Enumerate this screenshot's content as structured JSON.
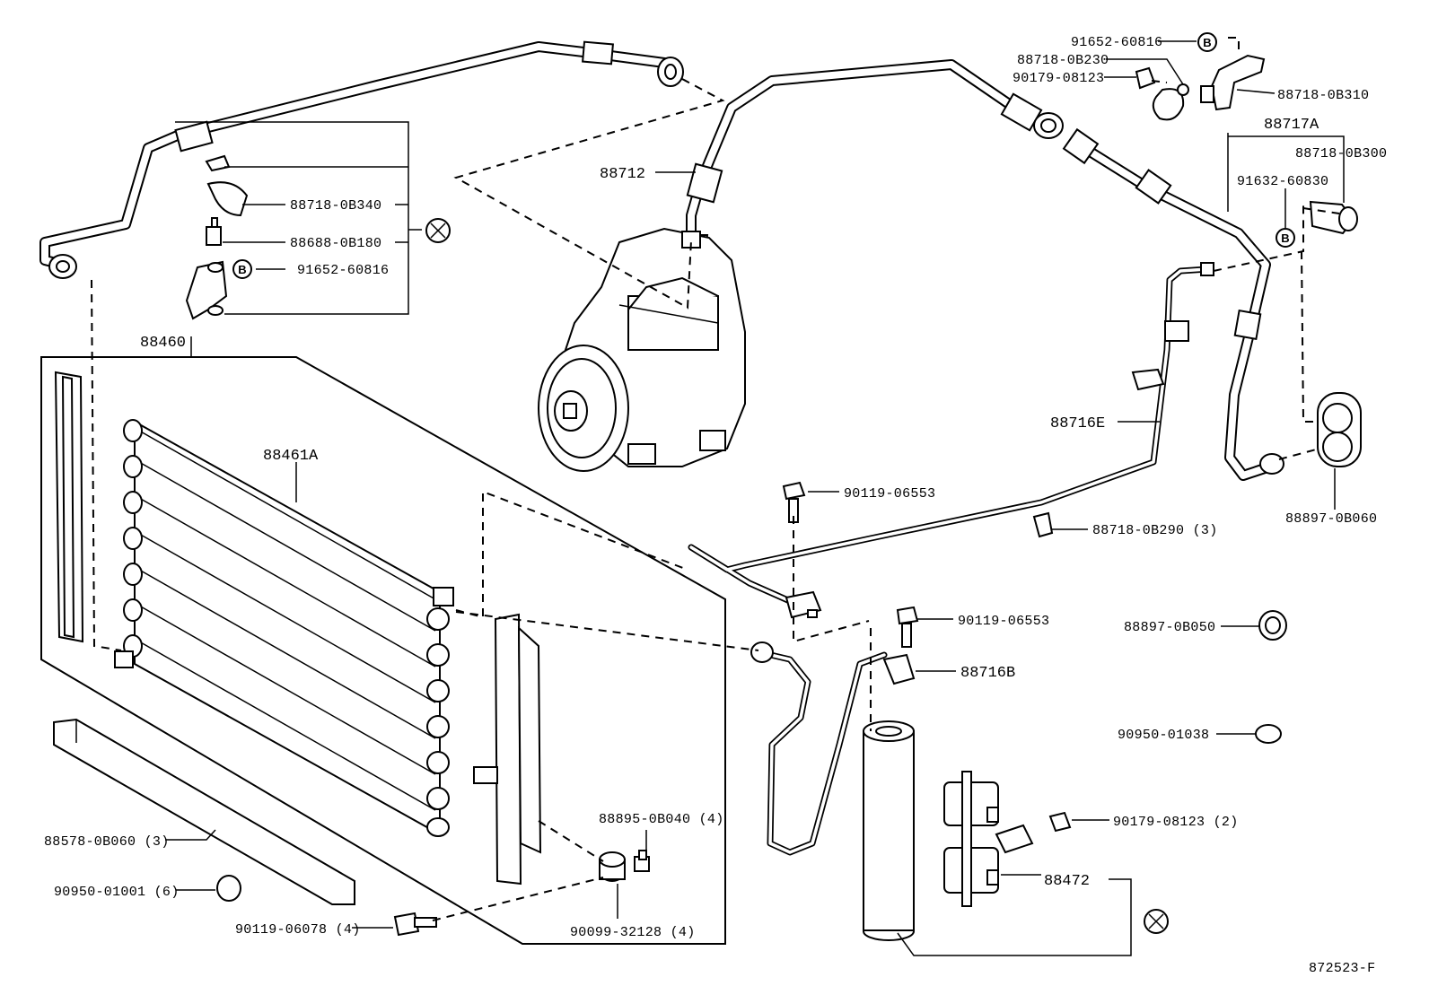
{
  "diagram": {
    "figure_code": "872523-F",
    "part_labels": [
      {
        "id": "p1",
        "text": "91652-60816"
      },
      {
        "id": "p2",
        "text": "88718-0B230"
      },
      {
        "id": "p3",
        "text": "90179-08123"
      },
      {
        "id": "p4",
        "text": "88718-0B310"
      },
      {
        "id": "p5",
        "text": "88717A"
      },
      {
        "id": "p6",
        "text": "88718-0B300"
      },
      {
        "id": "p7",
        "text": "91632-60830"
      },
      {
        "id": "p8",
        "text": "88712"
      },
      {
        "id": "p9",
        "text": "88718-0B340"
      },
      {
        "id": "p10",
        "text": "88688-0B180"
      },
      {
        "id": "p11",
        "text": "91652-60816"
      },
      {
        "id": "p12",
        "text": "88460"
      },
      {
        "id": "p13",
        "text": "88461A"
      },
      {
        "id": "p14",
        "text": "88716E"
      },
      {
        "id": "p15",
        "text": "90119-06553"
      },
      {
        "id": "p16",
        "text": "88718-0B290 (3)"
      },
      {
        "id": "p17",
        "text": "88897-0B060"
      },
      {
        "id": "p18",
        "text": "90119-06553"
      },
      {
        "id": "p19",
        "text": "88897-0B050"
      },
      {
        "id": "p20",
        "text": "88716B"
      },
      {
        "id": "p21",
        "text": "90950-01038"
      },
      {
        "id": "p22",
        "text": "88895-0B040 (4)"
      },
      {
        "id": "p23",
        "text": "90179-08123 (2)"
      },
      {
        "id": "p24",
        "text": "88578-0B060 (3)"
      },
      {
        "id": "p25",
        "text": "88472"
      },
      {
        "id": "p26",
        "text": "90950-01001 (6)"
      },
      {
        "id": "p27",
        "text": "90119-06078 (4)"
      },
      {
        "id": "p28",
        "text": "90099-32128 (4)"
      }
    ],
    "b_mark": "B"
  }
}
